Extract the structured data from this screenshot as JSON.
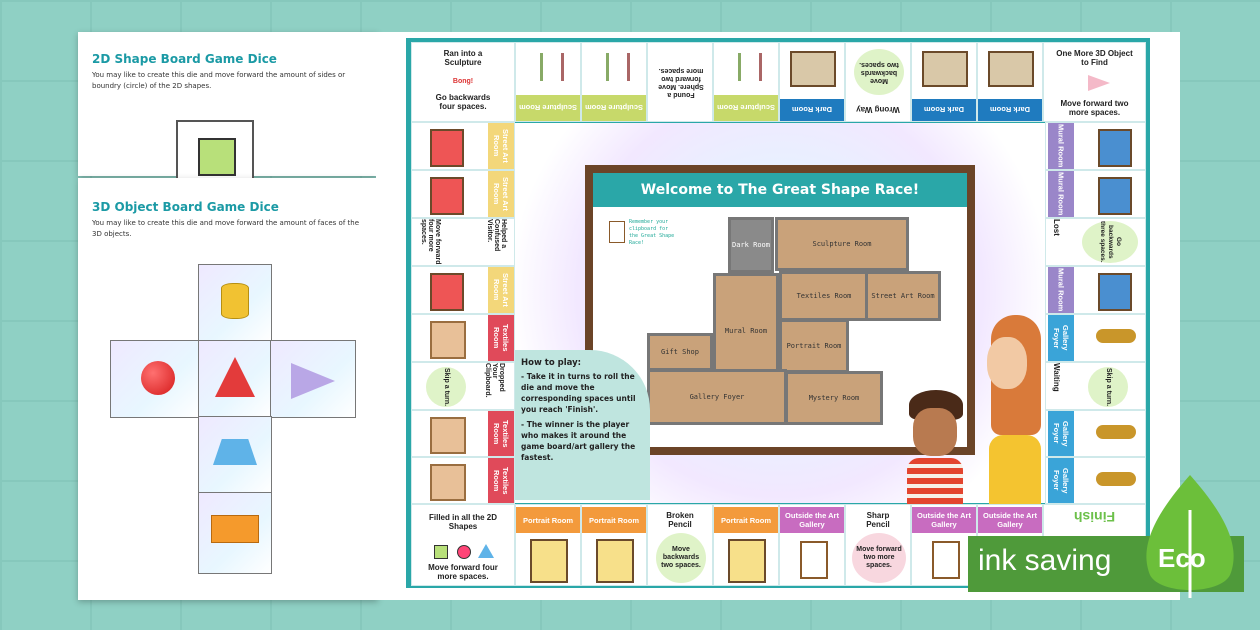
{
  "sheet1": {
    "title": "2D Shape Board Game Dice",
    "text": "You may like to create this die and move forward the amount of sides or boundry (circle) of the 2D shapes."
  },
  "sheet2": {
    "title": "3D Object Board Game Dice",
    "text": "You may like to create this die and move forward the amount of faces of the 3D objects."
  },
  "board": {
    "welcome": "Welcome to The Great Shape Race!",
    "remember": "Remember your clipboard for the Great Shape Race!",
    "top": [
      {
        "title": "Ran into a Sculpture",
        "sfx": "Bong!",
        "text": "Go backwards four spaces."
      },
      {
        "strip": "Sculpture Room"
      },
      {
        "strip": "Sculpture Room"
      },
      {
        "text": "Found a Sphere. Move forward two more spaces."
      },
      {
        "strip": "Sculpture Room"
      },
      {
        "strip": "Dark Room"
      },
      {
        "title": "Wrong Way",
        "text": "Move backwards two spaces."
      },
      {
        "strip": "Dark Room"
      },
      {
        "strip": "Dark Room"
      },
      {
        "title": "One More 3D Object to Find",
        "text": "Move forward two more spaces."
      }
    ],
    "left": [
      {
        "strip": "Street Art Room"
      },
      {
        "strip": "Street Art Room"
      },
      {
        "title": "Helped a Confused Visitor.",
        "text": "Move forward four more spaces."
      },
      {
        "strip": "Street Art Room"
      },
      {
        "strip": "Textiles Room"
      },
      {
        "title": "Dropped Your Clipboard.",
        "text": "Skip a turn."
      },
      {
        "strip": "Textiles Room"
      },
      {
        "strip": "Textiles Room"
      }
    ],
    "right": [
      {
        "strip": "Mural Room"
      },
      {
        "strip": "Mural Room"
      },
      {
        "title": "Lost",
        "text": "Go backwards three spaces."
      },
      {
        "strip": "Mural Room"
      },
      {
        "strip": "Gallery Foyer"
      },
      {
        "title": "Waiting",
        "text": "Skip a turn."
      },
      {
        "strip": "Gallery Foyer"
      },
      {
        "strip": "Gallery Foyer"
      }
    ],
    "bottom": [
      {
        "title": "Filled in all the 2D Shapes",
        "text": "Move forward four more spaces."
      },
      {
        "strip": "Portrait Room"
      },
      {
        "strip": "Portrait Room"
      },
      {
        "title": "Broken Pencil",
        "text": "Move backwards two spaces."
      },
      {
        "strip": "Portrait Room"
      },
      {
        "strip": "Outside the Art Gallery"
      },
      {
        "title": "Sharp Pencil",
        "text": "Move forward two more spaces."
      },
      {
        "strip": "Outside the Art Gallery"
      },
      {
        "strip": "Outside the Art Gallery"
      },
      {
        "title": "Finish"
      }
    ],
    "rooms": {
      "dark": "Dark Room",
      "sculpture": "Sculpture Room",
      "textiles": "Textiles Room",
      "street": "Street Art Room",
      "mural": "Mural Room",
      "portrait": "Portrait Room",
      "gift": "Gift Shop",
      "foyer": "Gallery Foyer",
      "mystery": "Mystery Room"
    },
    "howto": {
      "heading": "How to play:",
      "rule1": "- Take it in turns to roll the die and move the corresponding spaces until you reach 'Finish'.",
      "rule2": "- The winner is the player who makes it around the game board/art gallery the fastest."
    }
  },
  "eco": {
    "label": "ink saving",
    "badge": "Eco"
  },
  "colors": {
    "teal": "#2aa7a8",
    "sculpture": "#c7d96a",
    "darkroom": "#1f7bbf",
    "street": "#f3d77a",
    "textiles": "#e04a5a",
    "mural": "#9a86c9",
    "foyer": "#3aa4d8",
    "portrait": "#f39a3c",
    "outside": "#c86cc0",
    "eco": "#4f9a3a"
  }
}
